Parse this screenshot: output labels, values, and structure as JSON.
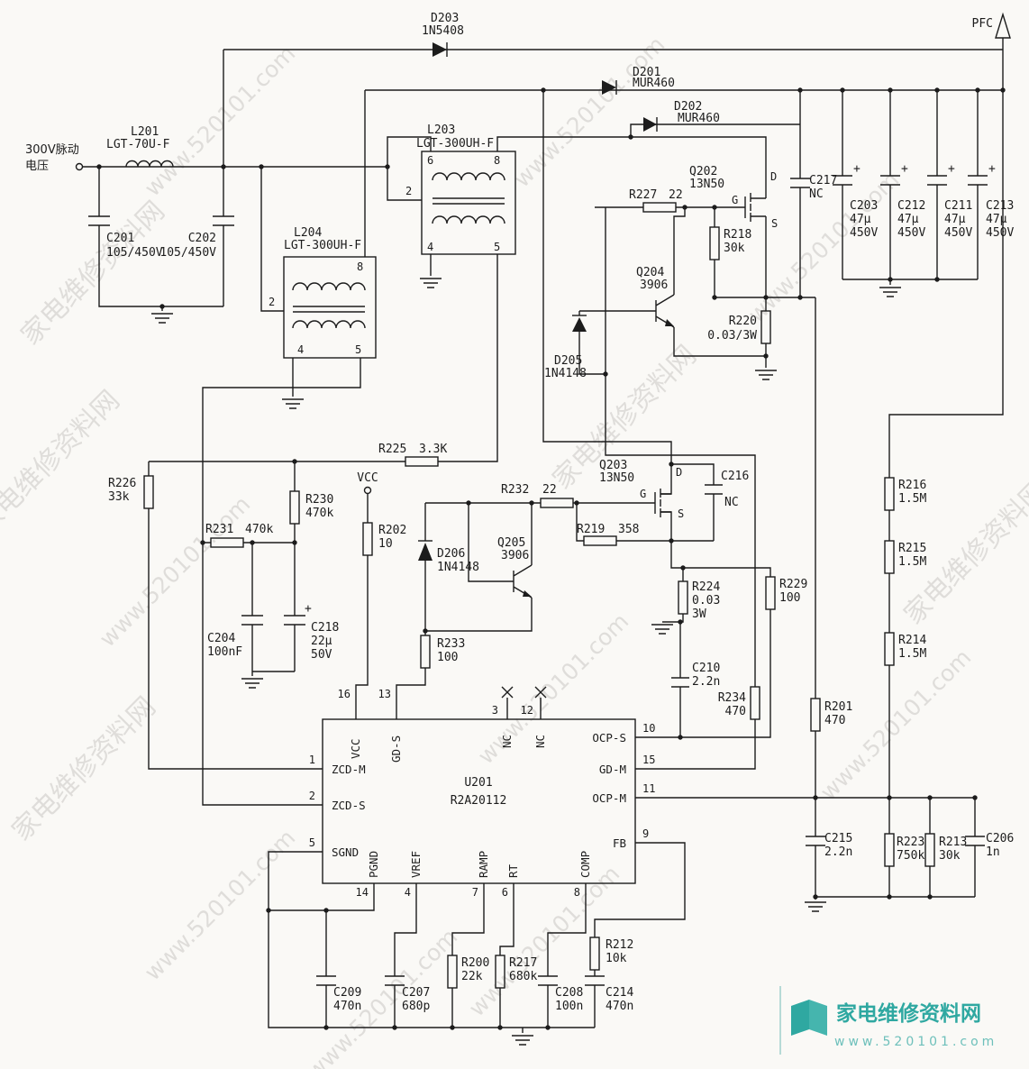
{
  "input": {
    "line1": "300V脉动",
    "line2": "电压"
  },
  "labels": {
    "pfc": "PFC",
    "vcc": "VCC",
    "plus": "+"
  },
  "components": {
    "D203": {
      "ref": "D203",
      "val": "1N5408"
    },
    "D201": {
      "ref": "D201",
      "val": "MUR460"
    },
    "D202": {
      "ref": "D202",
      "val": "MUR460"
    },
    "D205": {
      "ref": "D205",
      "val": "1N4148"
    },
    "D206": {
      "ref": "D206",
      "val": "1N4148"
    },
    "L201": {
      "ref": "L201",
      "val": "LGT-70U-F"
    },
    "L203": {
      "ref": "L203",
      "val": "LGT-300UH-F",
      "p2": "2",
      "p4": "4",
      "p5": "5",
      "p6": "6",
      "p8": "8"
    },
    "L204": {
      "ref": "L204",
      "val": "LGT-300UH-F",
      "p2": "2",
      "p4": "4",
      "p5": "5",
      "p8": "8"
    },
    "C201": {
      "ref": "C201",
      "val": "105/450V"
    },
    "C202": {
      "ref": "C202",
      "val": "105/450V"
    },
    "C203": {
      "ref": "C203",
      "v1": "47μ",
      "v2": "450V"
    },
    "C212": {
      "ref": "C212",
      "v1": "47μ",
      "v2": "450V"
    },
    "C211": {
      "ref": "C211",
      "v1": "47μ",
      "v2": "450V"
    },
    "C213": {
      "ref": "C213",
      "v1": "47μ",
      "v2": "450V"
    },
    "C217": {
      "ref": "C217",
      "val": "NC"
    },
    "C216": {
      "ref": "C216",
      "val": "NC"
    },
    "C204": {
      "ref": "C204",
      "val": "100nF"
    },
    "C218": {
      "ref": "C218",
      "v1": "22μ",
      "v2": "50V"
    },
    "C210": {
      "ref": "C210",
      "val": "2.2n"
    },
    "C215": {
      "ref": "C215",
      "val": "2.2n"
    },
    "C206": {
      "ref": "C206",
      "val": "1n"
    },
    "C209": {
      "ref": "C209",
      "val": "470n"
    },
    "C207": {
      "ref": "C207",
      "val": "680p"
    },
    "C208": {
      "ref": "C208",
      "val": "100n"
    },
    "C214": {
      "ref": "C214",
      "val": "470n"
    },
    "Q202": {
      "ref": "Q202",
      "val": "13N50",
      "d": "D",
      "g": "G",
      "s": "S"
    },
    "Q203": {
      "ref": "Q203",
      "val": "13N50",
      "d": "D",
      "g": "G",
      "s": "S"
    },
    "Q204": {
      "ref": "Q204",
      "val": "3906"
    },
    "Q205": {
      "ref": "Q205",
      "val": "3906"
    },
    "R227": {
      "ref": "R227",
      "val": "22"
    },
    "R232": {
      "ref": "R232",
      "val": "22"
    },
    "R218": {
      "ref": "R218",
      "val": "30k"
    },
    "R219": {
      "ref": "R219",
      "val": "358"
    },
    "R220": {
      "ref": "R220",
      "val": "0.03/3W"
    },
    "R224": {
      "ref": "R224",
      "v1": "0.03",
      "v2": "3W"
    },
    "R229": {
      "ref": "R229",
      "val": "100"
    },
    "R233": {
      "ref": "R233",
      "val": "100"
    },
    "R234": {
      "ref": "R234",
      "val": "470"
    },
    "R201": {
      "ref": "R201",
      "val": "470"
    },
    "R226": {
      "ref": "R226",
      "val": "33k"
    },
    "R230": {
      "ref": "R230",
      "val": "470k"
    },
    "R231": {
      "ref": "R231",
      "val": "470k"
    },
    "R202": {
      "ref": "R202",
      "val": "10"
    },
    "R225": {
      "ref": "R225",
      "val": "3.3K"
    },
    "R216": {
      "ref": "R216",
      "val": "1.5M"
    },
    "R215": {
      "ref": "R215",
      "val": "1.5M"
    },
    "R214": {
      "ref": "R214",
      "val": "1.5M"
    },
    "R223": {
      "ref": "R223",
      "val": "750k"
    },
    "R213": {
      "ref": "R213",
      "val": "30k"
    },
    "R212": {
      "ref": "R212",
      "val": "10k"
    },
    "R200": {
      "ref": "R200",
      "val": "22k"
    },
    "R217": {
      "ref": "R217",
      "val": "680k"
    }
  },
  "ic": {
    "ref": "U201",
    "part": "R2A20112",
    "pins": {
      "p1": {
        "num": "1",
        "name": "ZCD-M"
      },
      "p2": {
        "num": "2",
        "name": "ZCD-S"
      },
      "p5": {
        "num": "5",
        "name": "SGND"
      },
      "p16": {
        "num": "16",
        "name": "VCC"
      },
      "p13": {
        "num": "13",
        "name": "GD-S"
      },
      "p3": {
        "num": "3",
        "name": "NC"
      },
      "p12": {
        "num": "12",
        "name": "NC"
      },
      "p10": {
        "num": "10",
        "name": "OCP-S"
      },
      "p15": {
        "num": "15",
        "name": "GD-M"
      },
      "p11": {
        "num": "11",
        "name": "OCP-M"
      },
      "p9": {
        "num": "9",
        "name": "FB"
      },
      "p14": {
        "num": "14",
        "name": "PGND"
      },
      "p4": {
        "num": "4",
        "name": "VREF"
      },
      "p7": {
        "num": "7",
        "name": "RAMP"
      },
      "p6": {
        "num": "6",
        "name": "RT"
      },
      "p8": {
        "num": "8",
        "name": "COMP"
      }
    }
  },
  "watermark": {
    "cn": "家电维修资料网",
    "url": "www.520101.com"
  },
  "logo": {
    "cn": "家电维修资料网",
    "url": "www.520101.com",
    "color": "#2fa8a1"
  }
}
